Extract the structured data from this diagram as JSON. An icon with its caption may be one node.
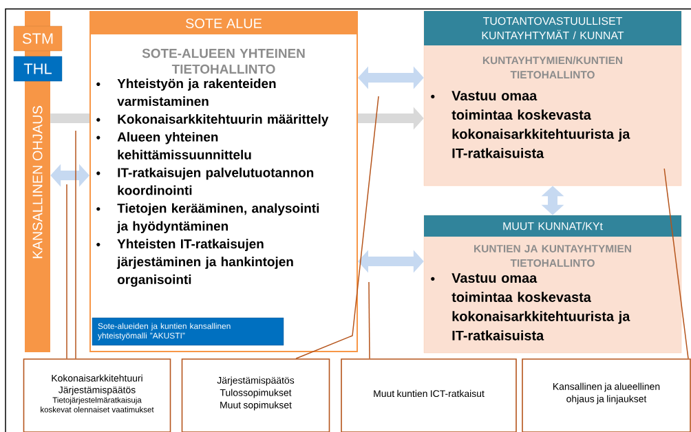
{
  "diagram": {
    "nodes": [
      {
        "text": [
          "KANSALLINEN OHJAUS"
        ]
      },
      {
        "text": [
          "STM"
        ]
      },
      {
        "text": [
          "THL"
        ]
      },
      {
        "text": [
          "SOTE ALUE",
          "SOTE-ALUEEN YHTEINEN TIETOHALLINTO",
          "Yhteistyön ja rakenteiden varmistaminen",
          "Kokonaisarkkitehtuurin määrittely",
          "Alueen yhteinen kehittämissuunnittelu",
          "IT-ratkaisujen palvelutuotannon koordinointi",
          "Tietojen kerääminen, analysointi ja hyödyntäminen",
          "Yhteisten IT-ratkaisujen järjestäminen ja hankintojen organisointi"
        ]
      },
      {
        "text": [
          "Sote-alueiden ja kuntien kansallinen yhteistyömalli ”AKUSTI”"
        ],
        "in": 3
      },
      {
        "text": [
          "TUOTANTOVASTUULLISET KUNTAYHTYMÄT / KUNNAT",
          "KUNTAYHTYMIEN/KUNTIEN TIETOHALLINTO",
          "Vastuu omaa toimintaa koskevasta kokonaisarkkitehtuurista ja IT-ratkaisuista"
        ]
      },
      {
        "text": [
          "MUUT KUNNAT/KYt",
          "KUNTIEN JA KUNTAYHTYMIEN TIETOHALLINTO",
          "Vastuu omaa toimintaa koskevasta kokonaisarkkitehtuurista ja IT-ratkaisuista"
        ]
      },
      {
        "text": [
          "Kokonaisarkkitehtuuri",
          "Järjestämispäätös",
          "Tietojärjestelmäratkaisuja koskevat olennaiset vaatimukset"
        ]
      },
      {
        "text": [
          "Järjestämispäätös",
          "Tulossopimukset",
          "Muut sopimukset"
        ]
      },
      {
        "text": [
          "Muut kuntien ICT-ratkaisut"
        ]
      },
      {
        "text": [
          "Kansallinen ja alueellinen ohjaus ja linjaukset"
        ]
      }
    ],
    "edges": [
      {
        "from": 0,
        "to": 3,
        "arrow": "both",
        "style": "thick",
        "color": "#c6d9f1"
      },
      {
        "from": 0,
        "to": 5,
        "arrow": "to",
        "style": "thick",
        "color": "#d9d9d9"
      },
      {
        "from": 3,
        "to": 5,
        "arrow": "both",
        "style": "thick",
        "color": "#c6d9f1"
      },
      {
        "from": 3,
        "to": 6,
        "arrow": "both",
        "style": "thick",
        "color": "#c6d9f1"
      },
      {
        "from": 5,
        "to": 6,
        "arrow": "both",
        "style": "thick",
        "color": "#c6d9f1"
      },
      {
        "from": 7,
        "to": null,
        "arrow": "none"
      },
      {
        "from": 7,
        "to": null,
        "arrow": "none"
      },
      {
        "from": 8,
        "to": null,
        "arrow": "none"
      },
      {
        "from": 9,
        "to": null,
        "arrow": "none"
      },
      {
        "from": 10,
        "to": 5,
        "arrow": "none"
      }
    ]
  }
}
